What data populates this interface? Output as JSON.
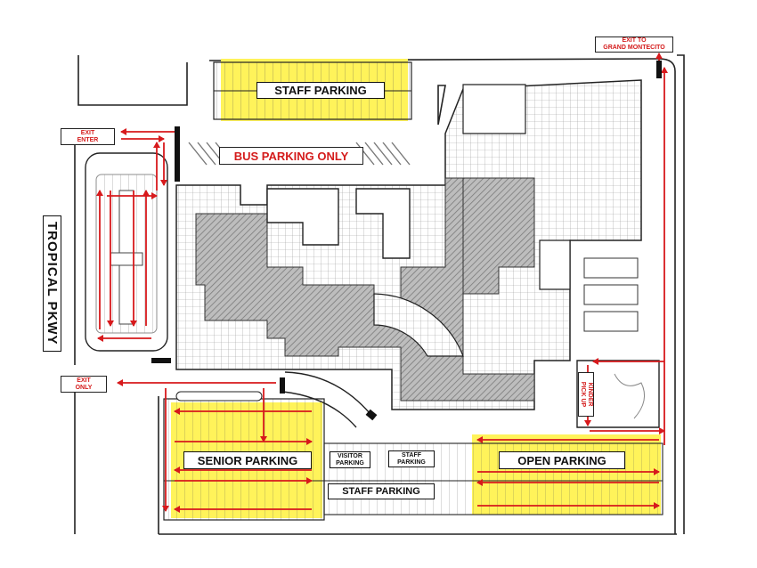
{
  "colors": {
    "arrow": "#d7191c",
    "highlight": "#fff35a",
    "building_hatch": "#8a8a8a",
    "outline": "#222222"
  },
  "labels": {
    "staff_parking_top": "STAFF PARKING",
    "bus_parking": "BUS PARKING ONLY",
    "senior_parking": "SENIOR PARKING",
    "visitor_parking_line1": "VISITOR",
    "visitor_parking_line2": "PARKING",
    "staff_parking_small_line1": "STAFF",
    "staff_parking_small_line2": "PARKING",
    "open_parking": "OPEN PARKING",
    "staff_parking_bottom": "STAFF PARKING",
    "tropical_pkwy": "TROPICAL PKWY",
    "exit_enter_line1": "EXIT",
    "exit_enter_line2": "ENTER",
    "exit_only_line1": "EXIT",
    "exit_only_line2": "ONLY",
    "exit_grand_line1": "EXIT TO",
    "exit_grand_line2": "GRAND MONTECITO",
    "kinder_line1": "KINDER",
    "kinder_line2": "PICK UP"
  }
}
